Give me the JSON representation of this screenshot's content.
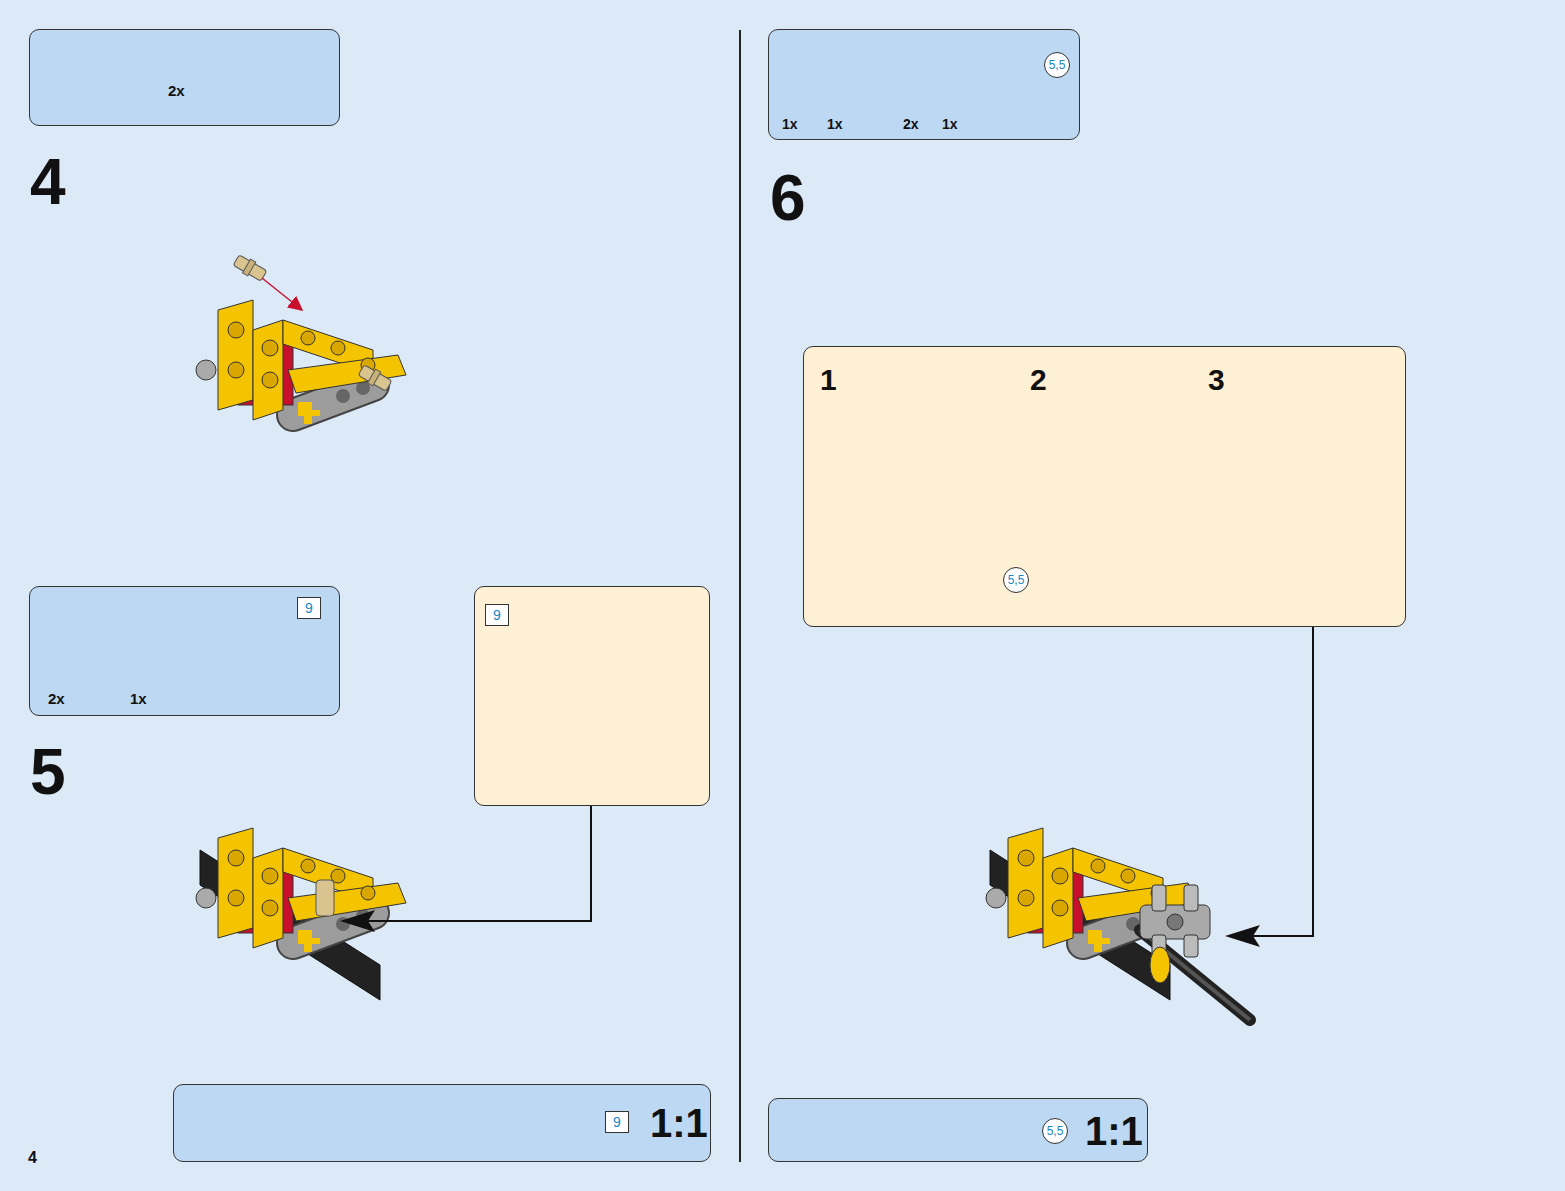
{
  "diagram": {
    "nodes": [
      {
        "text": [
          "2x"
        ]
      },
      {
        "text": [
          "2x",
          "1x"
        ]
      },
      {
        "text": [
          "9"
        ],
        "in": 1
      },
      {
        "text": []
      },
      {
        "text": [
          "9"
        ],
        "in": 3
      },
      {
        "text": [
          "1:1"
        ]
      },
      {
        "text": [
          "9"
        ],
        "in": 5
      },
      {
        "text": [
          "1x",
          "1x",
          "2x",
          "1x"
        ]
      },
      {
        "text": [
          "5,5"
        ],
        "in": 7
      },
      {
        "text": [
          "1",
          "2",
          "3"
        ]
      },
      {
        "text": [
          "5,5"
        ],
        "in": 9
      },
      {
        "text": [
          "1:1"
        ]
      },
      {
        "text": [
          "5,5"
        ],
        "in": 11
      }
    ],
    "labels": [
      "4",
      "5",
      "6",
      "4"
    ]
  }
}
